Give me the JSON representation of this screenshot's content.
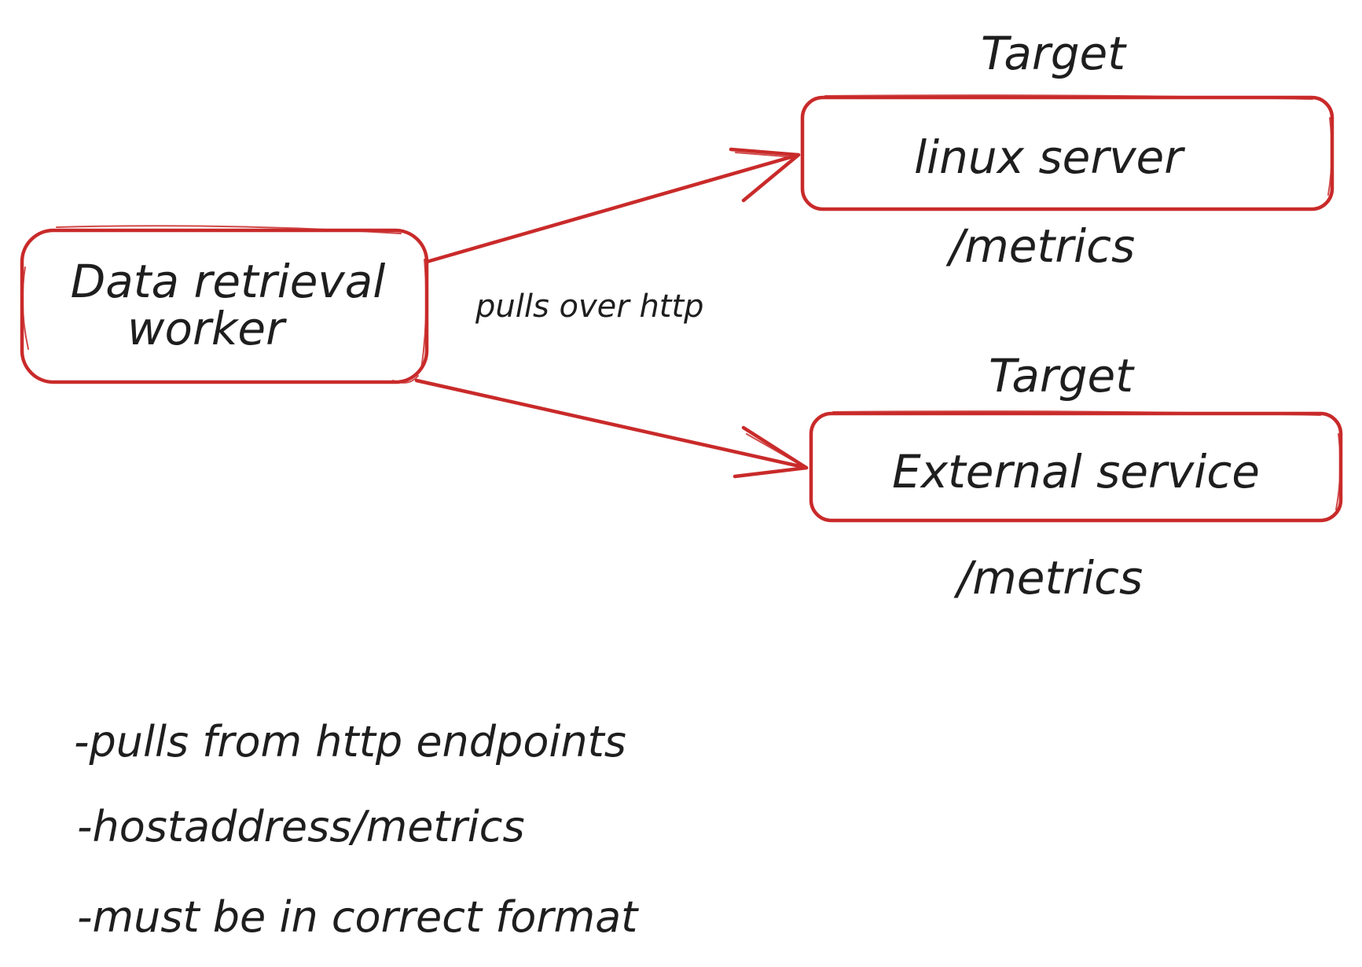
{
  "diagram": {
    "accent_color": "#c92a2a",
    "text_color": "#1e1e1e",
    "nodes": {
      "worker": {
        "line1": "Data retrieval",
        "line2": "worker"
      },
      "linux": {
        "label": "linux server",
        "caption_above": "Target",
        "caption_below": "/metrics"
      },
      "external": {
        "label": "External service",
        "caption_above": "Target",
        "caption_below": "/metrics"
      }
    },
    "edges": {
      "pull_label": "pulls over http"
    },
    "notes": [
      "-pulls from http endpoints",
      "-hostaddress/metrics",
      "-must be in correct format"
    ]
  }
}
